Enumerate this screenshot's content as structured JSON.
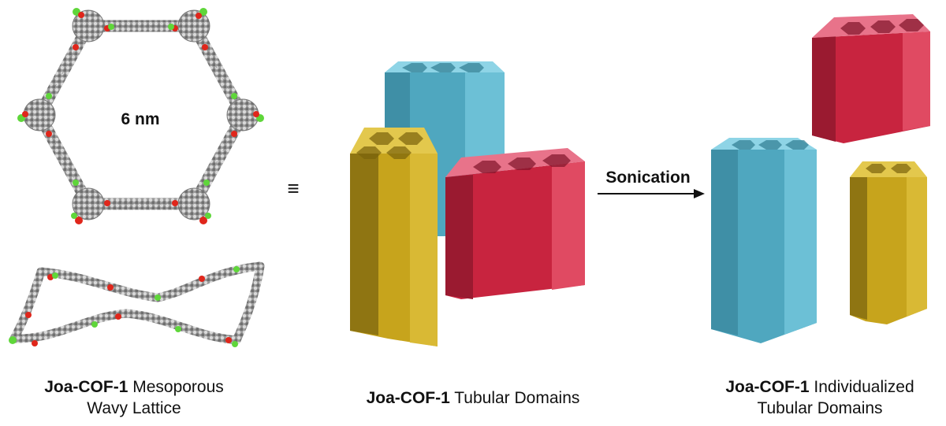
{
  "diagram": {
    "pore_size_label": "6 nm",
    "equivalence_symbol": "≡",
    "arrow_label": "Sonication",
    "captions": {
      "lattice": {
        "bold": "Joa-COF-1",
        "line1_rest": " Mesoporous",
        "line2": "Wavy Lattice"
      },
      "tubular": {
        "bold": "Joa-COF-1",
        "rest": " Tubular Domains"
      },
      "individualized": {
        "bold": "Joa-COF-1",
        "line1_rest": " Individualized",
        "line2": "Tubular Domains"
      }
    },
    "colors": {
      "blue_domain": "#4fa7bf",
      "red_domain": "#c8243f",
      "gold_domain": "#c7a41c",
      "carbon_atom": "#8a8a8a",
      "oxygen_atom": "#e0261b",
      "boron_atom": "#5fd63a"
    }
  }
}
